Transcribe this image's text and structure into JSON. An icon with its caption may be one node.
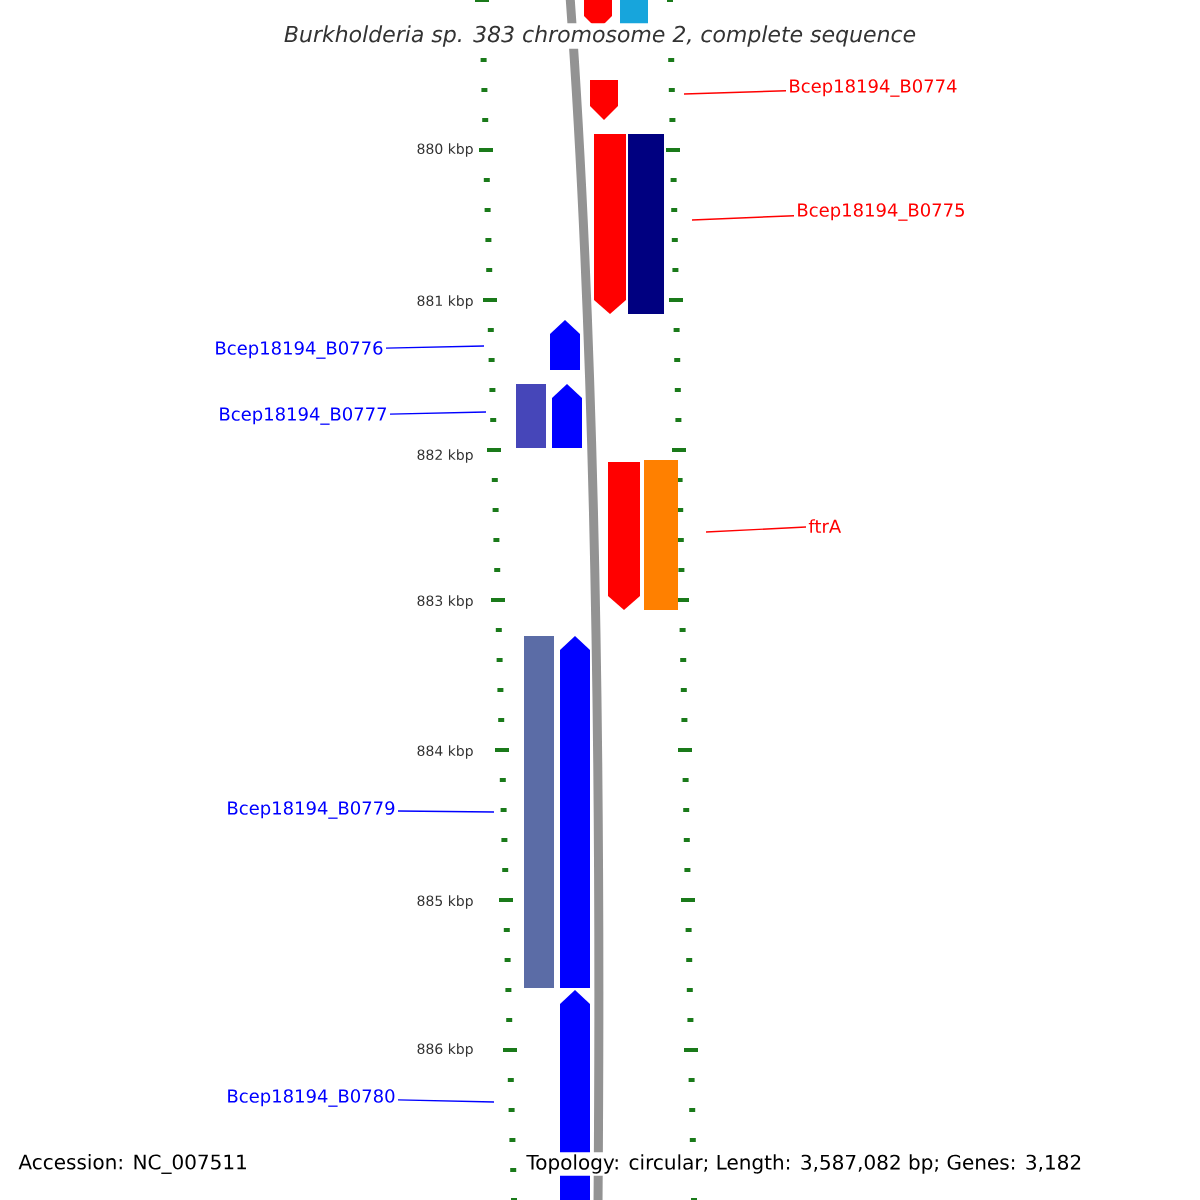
{
  "diagram": {
    "title": "Burkholderia sp. 383 chromosome 2, complete sequence",
    "nodes": [
      {
        "text": [
          "Bcep18194_B0774"
        ]
      },
      {
        "text": [
          "Bcep18194_B0775"
        ]
      },
      {
        "text": [
          "Bcep18194_B0776"
        ]
      },
      {
        "text": [
          "Bcep18194_B0777"
        ]
      },
      {
        "text": [
          "ftrA"
        ]
      },
      {
        "text": [
          "Bcep18194_B0779"
        ]
      },
      {
        "text": [
          "Bcep18194_B0780"
        ]
      }
    ],
    "edges": [
      {
        "from": 0,
        "to": null,
        "arrow": "none",
        "color": "#ff0000"
      },
      {
        "from": 1,
        "to": null,
        "arrow": "none",
        "color": "#ff0000"
      },
      {
        "from": 2,
        "to": null,
        "arrow": "none"
      },
      {
        "from": 3,
        "to": null,
        "arrow": "none"
      },
      {
        "from": 4,
        "to": null,
        "arrow": "none",
        "color": "#ff0000"
      },
      {
        "from": 5,
        "to": null,
        "arrow": "none"
      },
      {
        "from": 6,
        "to": null,
        "arrow": "none"
      }
    ],
    "labels": [
      "880 kbp",
      "881 kbp",
      "882 kbp",
      "883 kbp",
      "884 kbp",
      "885 kbp",
      "886 kbp",
      "Accession: NC_007511",
      "Topology: circular; Length: 3,587,082 bp; Genes: 3,182"
    ]
  }
}
